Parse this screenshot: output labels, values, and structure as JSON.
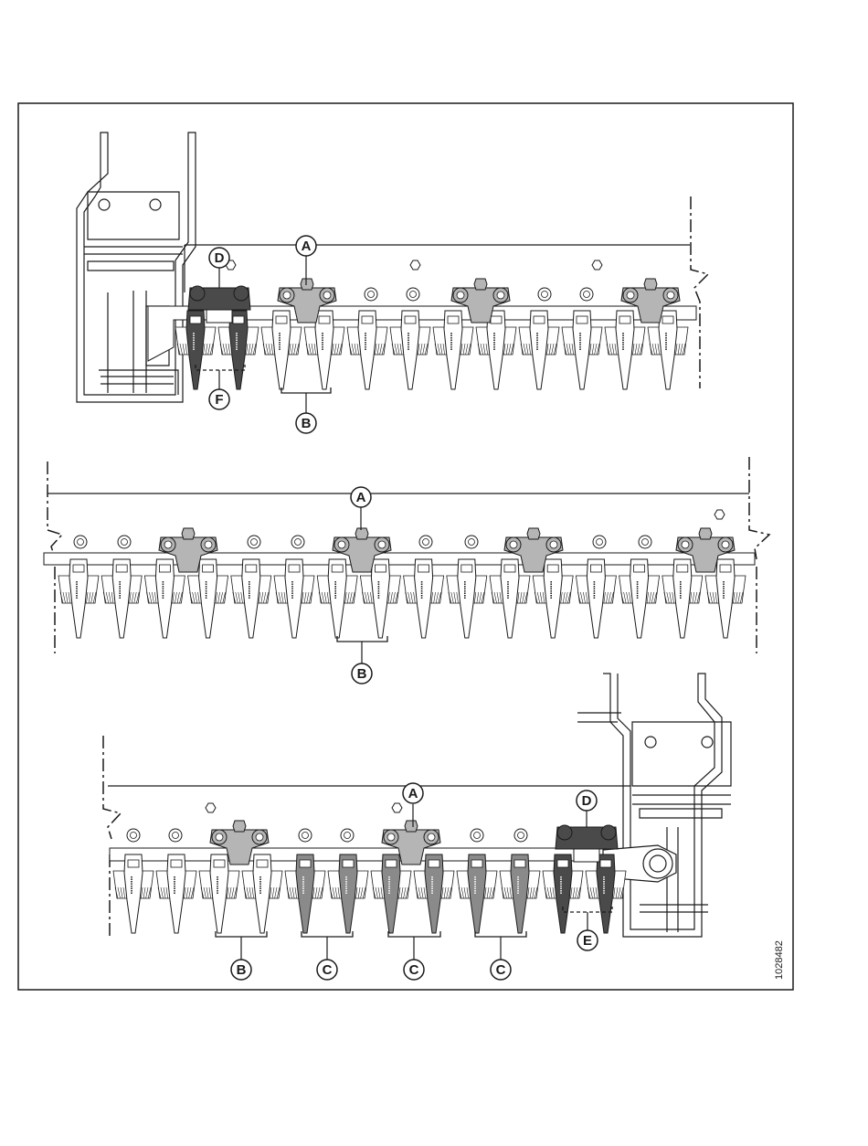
{
  "figure_id": "1028482",
  "panels": [
    {
      "id": "left-end",
      "guards": [
        {
          "type": "dark"
        },
        {
          "type": "dark"
        },
        {
          "type": "normal"
        },
        {
          "type": "normal"
        },
        {
          "type": "normal"
        },
        {
          "type": "normal"
        },
        {
          "type": "normal"
        },
        {
          "type": "normal"
        },
        {
          "type": "normal"
        },
        {
          "type": "normal"
        },
        {
          "type": "normal"
        },
        {
          "type": "normal"
        }
      ],
      "hold_downs": 3,
      "callouts": {
        "A": "A",
        "B": "B",
        "D": "D",
        "F": "F"
      }
    },
    {
      "id": "center",
      "guards": 16,
      "hold_downs": 4,
      "callouts": {
        "A": "A",
        "B": "B"
      }
    },
    {
      "id": "right-end",
      "guards": [
        {
          "type": "normal"
        },
        {
          "type": "normal"
        },
        {
          "type": "normal"
        },
        {
          "type": "normal"
        },
        {
          "type": "medium"
        },
        {
          "type": "medium"
        },
        {
          "type": "medium"
        },
        {
          "type": "medium"
        },
        {
          "type": "medium"
        },
        {
          "type": "medium"
        },
        {
          "type": "dark"
        },
        {
          "type": "dark"
        }
      ],
      "hold_downs": 2,
      "callouts": {
        "A": "A",
        "B": "B",
        "C1": "C",
        "C2": "C",
        "C3": "C",
        "D": "D",
        "E": "E"
      }
    }
  ],
  "colors": {
    "line": "#1a1a1a",
    "guard_light": "#ffffff",
    "guard_medium": "#8a8a8a",
    "guard_dark": "#4a4a4a",
    "hold_down": "#b5b5b5",
    "frame": "#ffffff"
  }
}
